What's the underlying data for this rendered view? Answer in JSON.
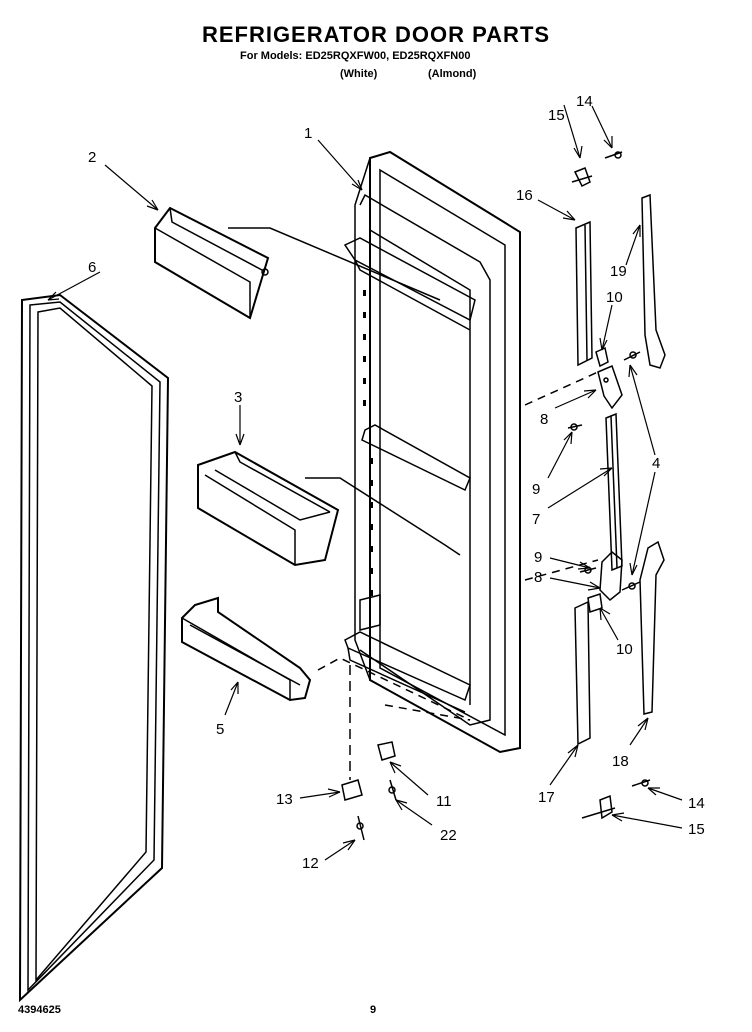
{
  "header": {
    "title": "REFRIGERATOR DOOR PARTS",
    "models_line": "For Models: ED25RQXFW00, ED25RQXFN00",
    "color_white": "(White)",
    "color_almond": "(Almond)"
  },
  "footer": {
    "doc_number": "4394625",
    "page_number": "9"
  },
  "callouts": {
    "c1": "1",
    "c2": "2",
    "c3": "3",
    "c4": "4",
    "c5": "5",
    "c6": "6",
    "c7": "7",
    "c8a": "8",
    "c8b": "8",
    "c9a": "9",
    "c9b": "9",
    "c10a": "10",
    "c10b": "10",
    "c11": "11",
    "c12": "12",
    "c13": "13",
    "c14a": "14",
    "c14b": "14",
    "c15a": "15",
    "c15b": "15",
    "c16": "16",
    "c17": "17",
    "c18": "18",
    "c19": "19",
    "c22": "22"
  }
}
